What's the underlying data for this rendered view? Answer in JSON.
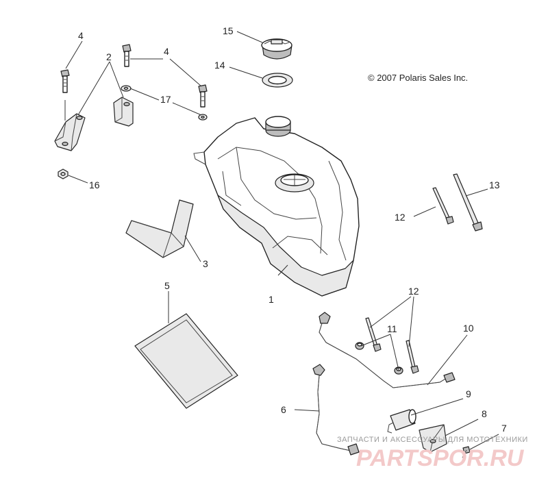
{
  "copyright": "© 2007 Polaris Sales Inc.",
  "watermark": {
    "tagline": "ЗАПЧАСТИ И АКСЕССУАРЫ ДЛЯ МОТОТЕХНИКИ",
    "logo": "PARTSPOR.RU"
  },
  "callouts": {
    "c1": "1",
    "c2": "2",
    "c3": "3",
    "c4a": "4",
    "c4b": "4",
    "c5": "5",
    "c6": "6",
    "c7": "7",
    "c8": "8",
    "c9": "9",
    "c10": "10",
    "c11": "11",
    "c12a": "12",
    "c12b": "12",
    "c13": "13",
    "c14": "14",
    "c15": "15",
    "c16": "16",
    "c17": "17"
  },
  "colors": {
    "line": "#222222",
    "watermark_logo": "#f3c9c9",
    "watermark_text": "#9a9a9a"
  }
}
